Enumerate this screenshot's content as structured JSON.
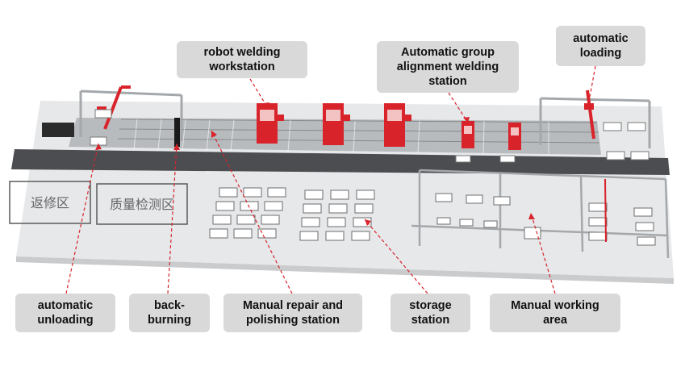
{
  "labels": {
    "robot_welding": [
      "robot welding",
      "workstation"
    ],
    "group_alignment": [
      "Automatic group",
      "alignment welding",
      "station"
    ],
    "auto_loading": [
      "automatic",
      "loading"
    ],
    "auto_unloading": [
      "automatic",
      "unloading"
    ],
    "back_burning": [
      "back-",
      "burning"
    ],
    "manual_repair": [
      "Manual repair and",
      "polishing station"
    ],
    "storage": [
      "storage",
      "station"
    ],
    "manual_working": [
      "Manual working",
      "area"
    ]
  },
  "zones": {
    "repair_zone": "返修区",
    "quality_zone": "质量检测区"
  },
  "colors": {
    "accent_red": "#d9232a",
    "label_bg": "#d9d9d9",
    "floor": "#e4e6e8",
    "aisle": "#4b4d50"
  }
}
